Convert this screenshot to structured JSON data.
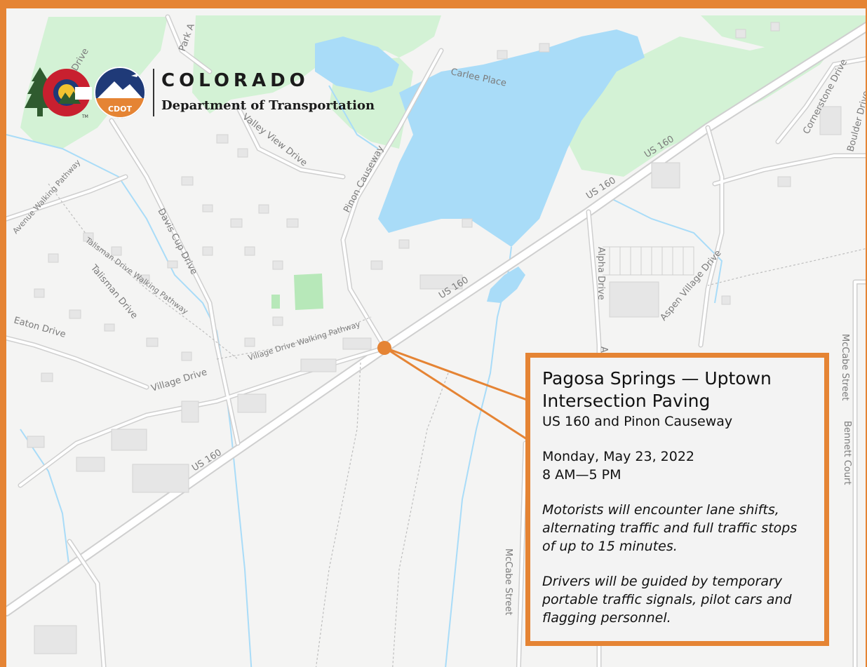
{
  "brand": {
    "title": "COLORADO",
    "subtitle": "Department of Transportation",
    "badge_text": "CDOT",
    "trademark": "TM",
    "accent_color": "#e58434",
    "navy_color": "#1f3a78",
    "red_color": "#c8202f",
    "green_color": "#2f5b2f",
    "gold_color": "#f2c230"
  },
  "notice": {
    "title": "Pagosa Springs — Uptown Intersection Paving",
    "location": "US 160 and Pinon Causeway",
    "date": "Monday, May 23, 2022",
    "hours": "8 AM—5 PM",
    "detail_1": "Motorists will encounter lane shifts, alternating traffic and full traffic stops of up to 15 minutes.",
    "detail_2": "Drivers will be guided by temporary portable traffic signals, pilot cars and flagging personnel."
  },
  "map": {
    "water_color": "#a9dcf8",
    "park_color": "#d3f2d5",
    "road_color": "#ffffff",
    "road_casing_color": "#cfcfcf",
    "marker_color": "#e58434",
    "labels": {
      "park_ave": "Park A",
      "drive_nw": "Drive",
      "carlee_place": "Carlee Place",
      "cornerstone_drive": "Cornerstone Drive",
      "boulder_drive": "Boulder Drive",
      "valley_view_drive": "Valley View Drive",
      "pinon_causeway": "Pinon Causeway",
      "us160_ne1": "US 160",
      "us160_ne2": "US 160",
      "avenue_walking_pathway": "Avenue Walking Pathway",
      "davis_cup_drive": "Davis Cup Drive",
      "talisman_walking_pathway": "Talisman Drive Walking Pathway",
      "talisman_drive": "Talisman Drive",
      "alpha_drive": "Alpha Drive",
      "aspen_village_drive": "Aspen Village Drive",
      "us160_mid": "US 160",
      "eaton_drive": "Eaton Drive",
      "village_drive_walking_pathway": "Village Drive Walking Pathway",
      "village_drive": "Village Drive",
      "us160_sw": "US 160",
      "mccabe_street_east": "McCabe Street",
      "bennett_court": "Bennett Court",
      "mccabe_street_south": "McCabe Street",
      "alpha_fragment": "A"
    }
  }
}
